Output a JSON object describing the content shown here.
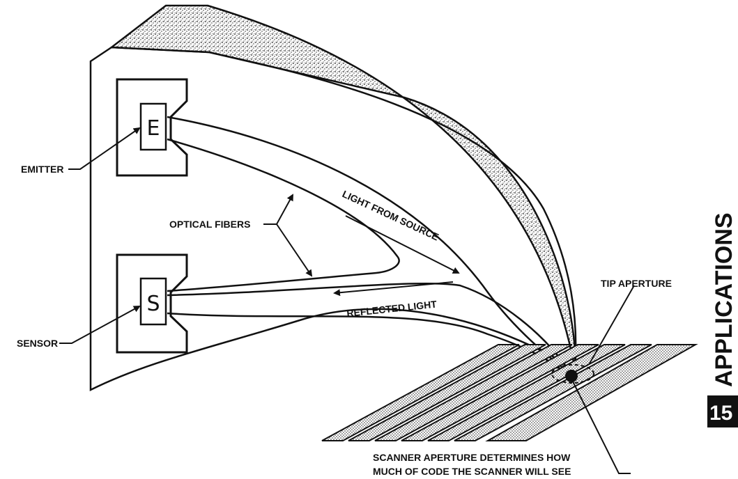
{
  "labels": {
    "emitter": "EMITTER",
    "optical_fibers": "OPTICAL FIBERS",
    "sensor": "SENSOR",
    "light_from_source": "LIGHT FROM SOURCE",
    "reflected_light": "REFLECTED LIGHT",
    "tip_aperture": "TIP APERTURE",
    "caption_line1": "SCANNER APERTURE DETERMINES HOW",
    "caption_line2": "MUCH OF CODE THE SCANNER WILL SEE"
  },
  "component_letters": {
    "emitter": "E",
    "sensor": "S"
  },
  "side_tab": {
    "title": "APPLICATIONS",
    "number": "15"
  }
}
